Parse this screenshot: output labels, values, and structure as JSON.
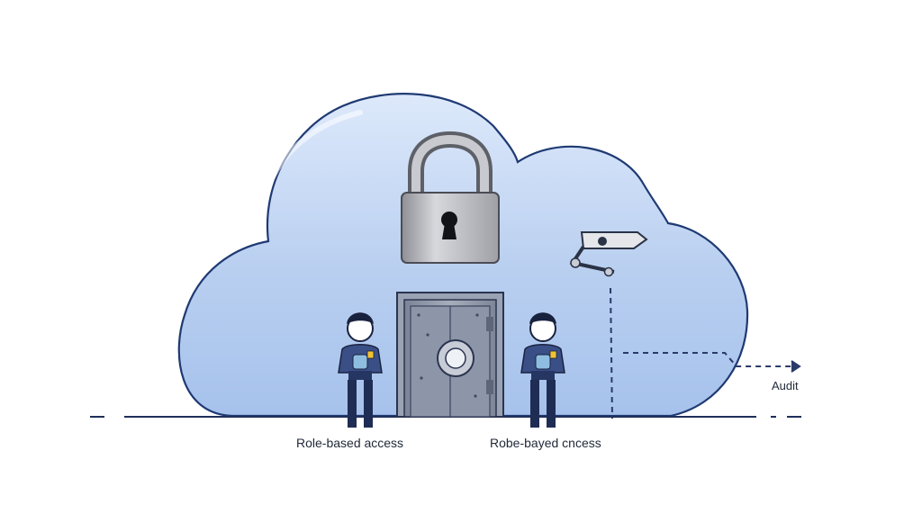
{
  "diagram": {
    "labels": {
      "left_guard": "Role-based access",
      "right_guard": "Robe-bayed cncess",
      "audit": "Audit"
    },
    "icons": [
      "cloud-icon",
      "padlock-icon",
      "vault-door-icon",
      "security-guard-icon",
      "security-camera-icon",
      "arrow-right-icon"
    ],
    "colors": {
      "cloud_fill": "#b9cff0",
      "cloud_outline": "#1f3a73",
      "lock_body": "#a8a9ae",
      "vault_metal": "#8a93a3",
      "uniform": "#34477c",
      "badge": "#f2c233",
      "ground_line": "#1f2f5a"
    }
  }
}
